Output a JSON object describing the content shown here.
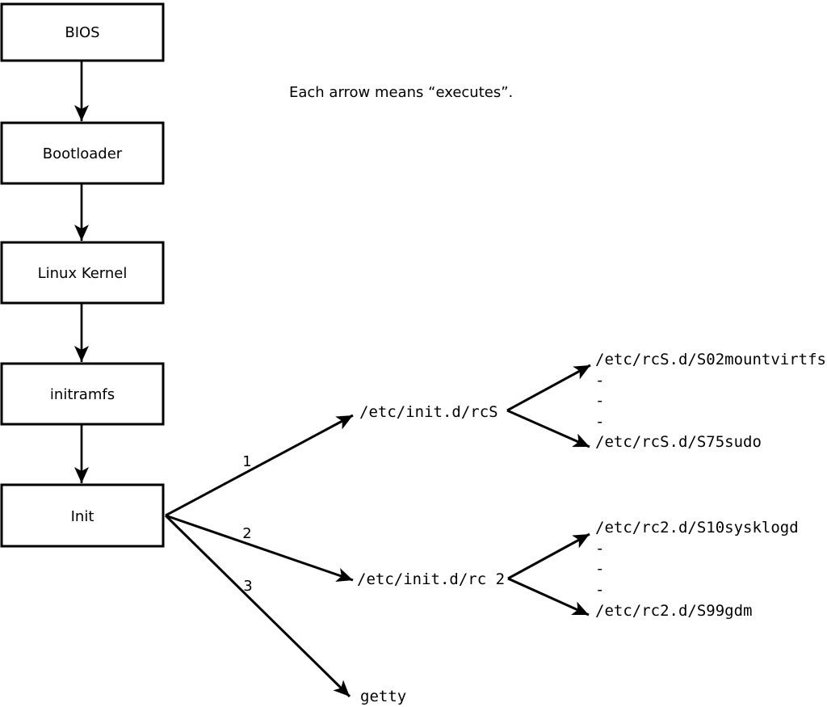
{
  "diagram": {
    "annotation": "Each arrow means “executes”.",
    "colors": {
      "line": "#000000",
      "box_border": "#000000",
      "box_fill": "#ffffff",
      "background": "#ffffff",
      "text": "#000000"
    },
    "boot_chain": [
      "BIOS",
      "Bootloader",
      "Linux Kernel",
      "initramfs",
      "Init"
    ],
    "init_branches": [
      {
        "order": "1",
        "target": "/etc/init.d/rcS",
        "children": [
          "/etc/rcS.d/S02mountvirtfs",
          "-",
          "-",
          "-",
          "/etc/rcS.d/S75sudo"
        ]
      },
      {
        "order": "2",
        "target": "/etc/init.d/rc 2",
        "children": [
          "/etc/rc2.d/S10sysklogd",
          "-",
          "-",
          "-",
          "/etc/rc2.d/S99gdm"
        ]
      },
      {
        "order": "3",
        "target": "getty",
        "children": []
      }
    ]
  }
}
